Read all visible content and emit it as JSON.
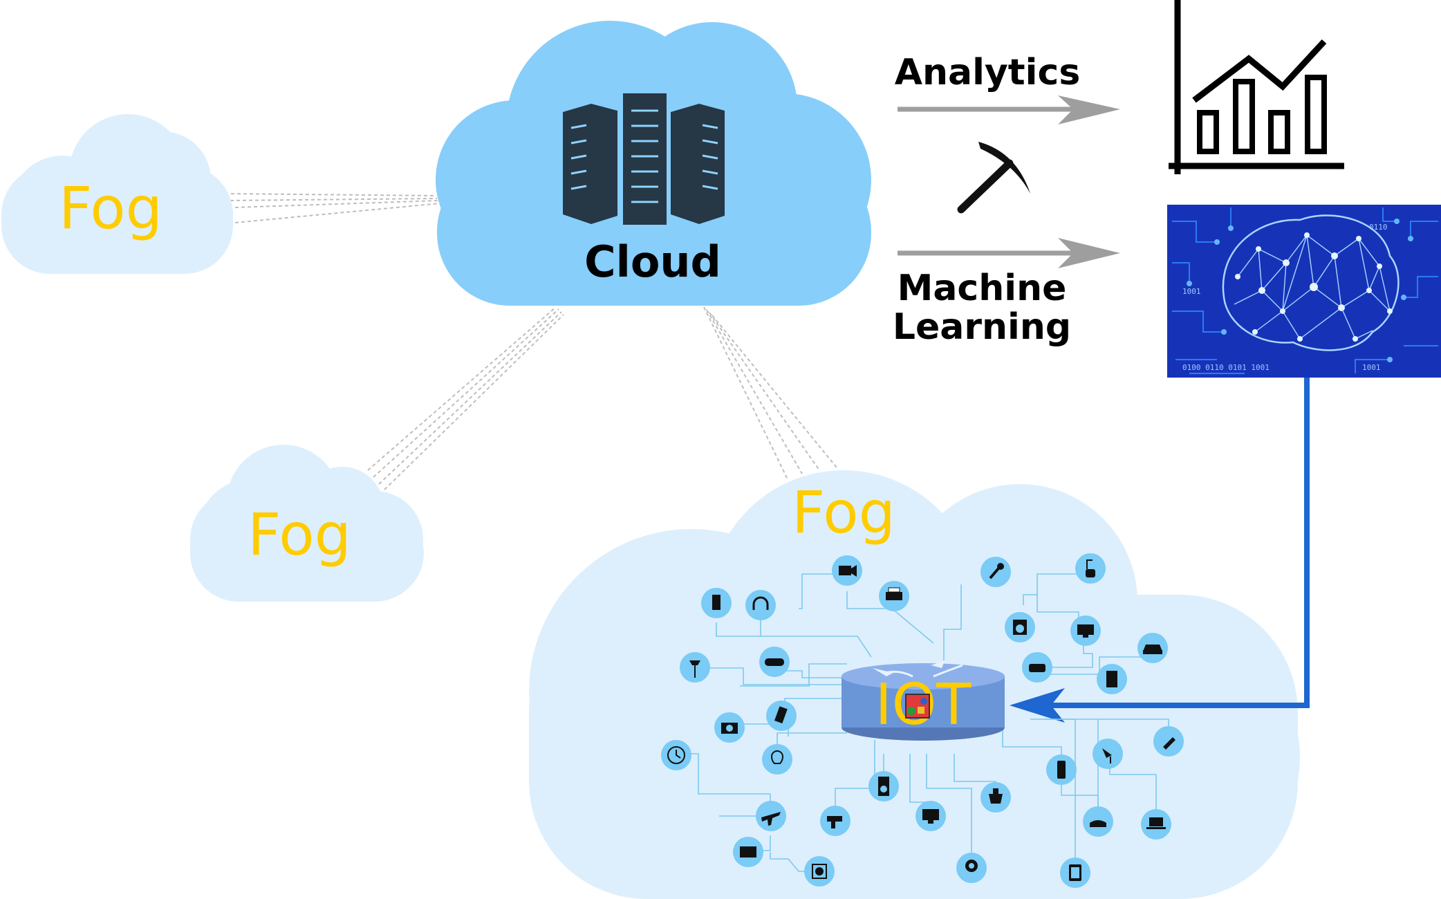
{
  "labels": {
    "cloud": "Cloud",
    "fog_left": "Fog",
    "fog_middle": "Fog",
    "fog_bottom": "Fog",
    "iot_hub": "IOT",
    "analytics": "Analytics",
    "machine_learning_line1": "Machine",
    "machine_learning_line2": "Learning",
    "circuit_binary": [
      "0110",
      "1001",
      "0100 0110 0101 1001",
      "1001"
    ]
  },
  "colors": {
    "cloud": "#87CEFA",
    "fog": "#DDEFFC",
    "fog_text": "#FFCC00",
    "server": "#263746",
    "device_node": "#7ACBF5",
    "hub": "#6A96D8",
    "feedback_arrow": "#1E66D0",
    "flow_arrow": "#9E9E9E",
    "ml_panel": "#1633B8"
  },
  "iot_devices": [
    "juicer-icon",
    "headphones-icon",
    "video-camera-icon",
    "printer-icon",
    "microphone-icon",
    "vacuum-cleaner-icon",
    "washing-machine-icon",
    "monitor-icon",
    "car-icon",
    "floor-lamp-icon",
    "gamepad-icon",
    "radio-icon",
    "refrigerator-icon",
    "camera-icon",
    "mobile-phone-icon",
    "clock-icon",
    "light-bulb-icon",
    "desk-lamp-icon",
    "energy-saving-bulb-icon",
    "speaker-icon",
    "scale-icon",
    "smartwatch-icon",
    "airplane-icon",
    "drill-icon",
    "desktop-computer-icon",
    "telephone-icon",
    "laptop-icon",
    "television-icon",
    "fan-icon",
    "webcam-icon",
    "tablet-icon"
  ]
}
